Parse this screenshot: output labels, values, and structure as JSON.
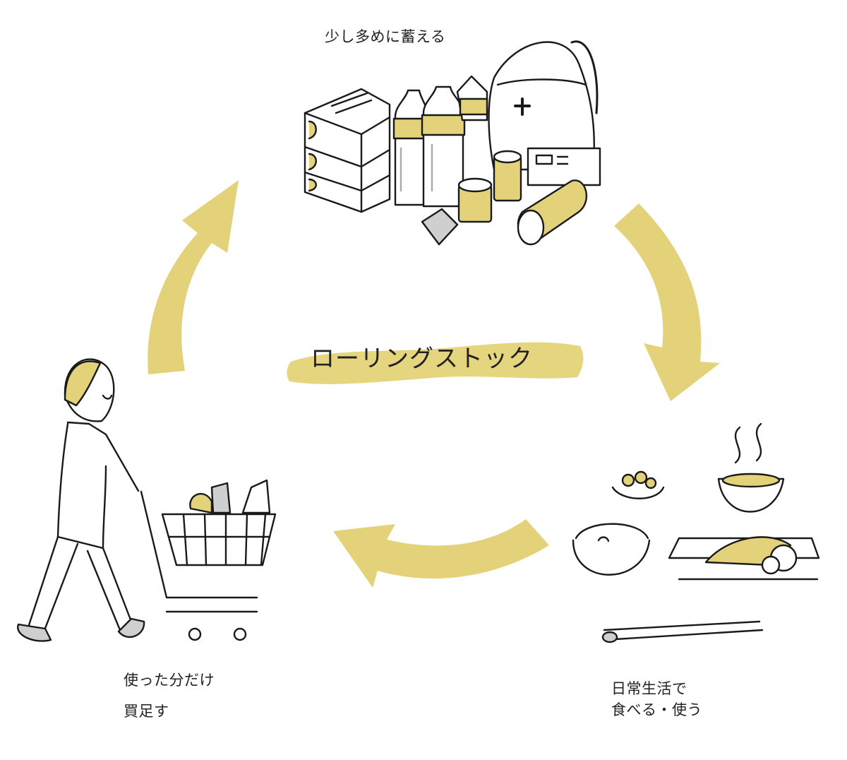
{
  "diagram": {
    "title": "ローリングストック",
    "steps": [
      {
        "label": "少し多めに蓄える"
      },
      {
        "label_line1": "日常生活で",
        "label_line2": "食べる・使う"
      },
      {
        "label_line1": "使った分だけ",
        "label_line2": "買足す"
      }
    ],
    "colors": {
      "accent": "#e3d27a",
      "accent_dark": "#d9c65e",
      "line": "#1a1a1a",
      "gray": "#cfcfcf"
    }
  }
}
